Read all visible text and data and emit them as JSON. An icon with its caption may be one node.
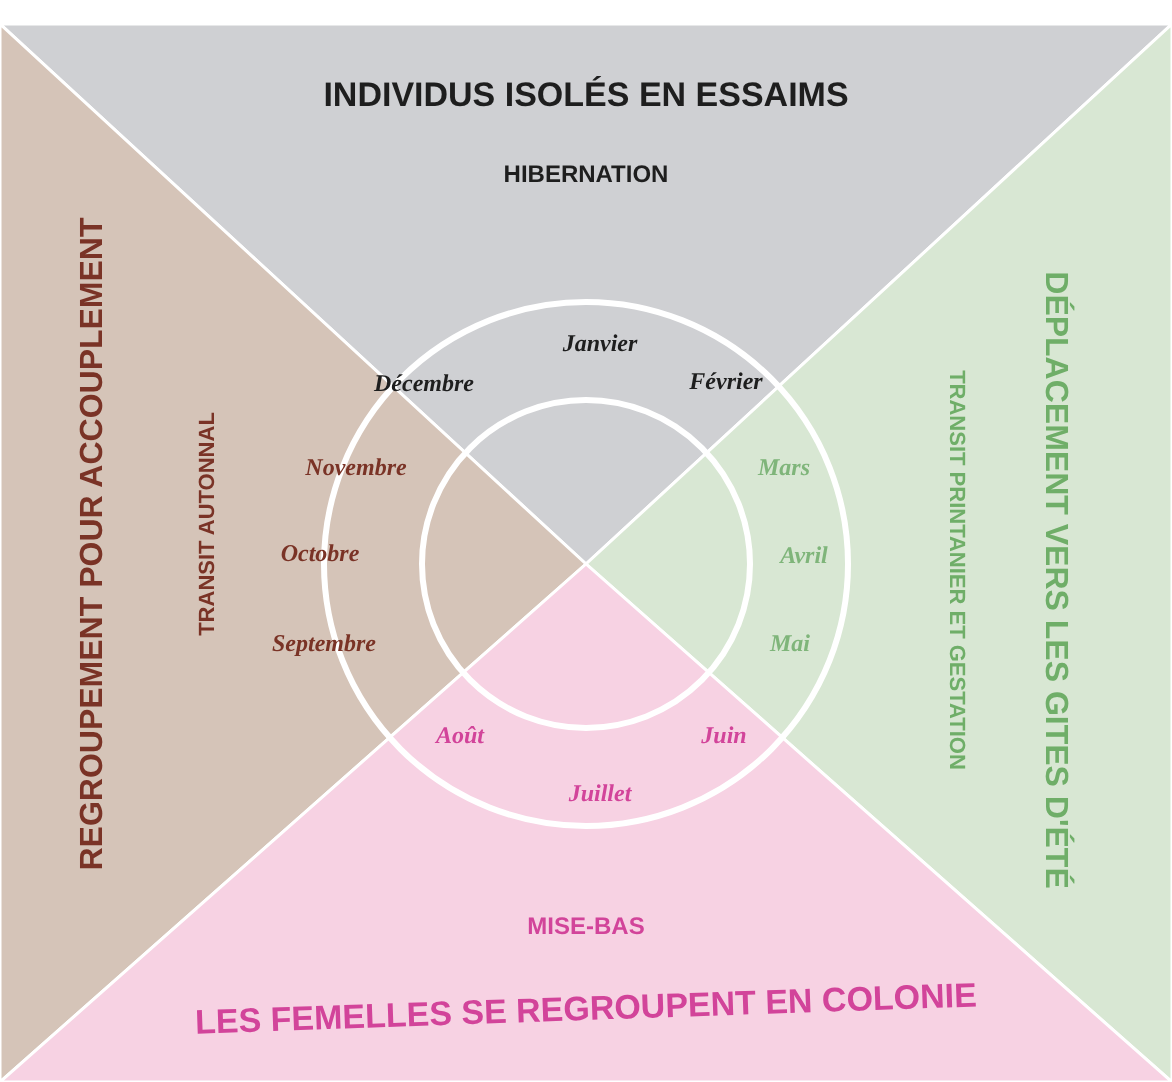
{
  "diagram": {
    "nodes": [
      {
        "text": [
          "INDIVIDUS ISOLÉS EN ESSAIMS",
          "HIBERNATION"
        ]
      },
      {
        "text": [
          "REGROUPEMENT POUR ACCOUPLEMENT",
          "TRANSIT AUTONNAL"
        ]
      },
      {
        "text": [
          "DÉPLACEMENT VERS LES GITES D'ÉTÉ",
          "TRANSIT PRINTANIER ET GESTATION"
        ]
      },
      {
        "text": [
          "MISE-BAS",
          "LES FEMELLES SE REGROUPENT EN COLONIE"
        ]
      }
    ],
    "edges": [],
    "labels": [
      "Janvier",
      "Décembre",
      "Février",
      "Novembre",
      "Mars",
      "Octobre",
      "Avril",
      "Septembre",
      "Mai",
      "Août",
      "Juin",
      "Juillet"
    ]
  }
}
